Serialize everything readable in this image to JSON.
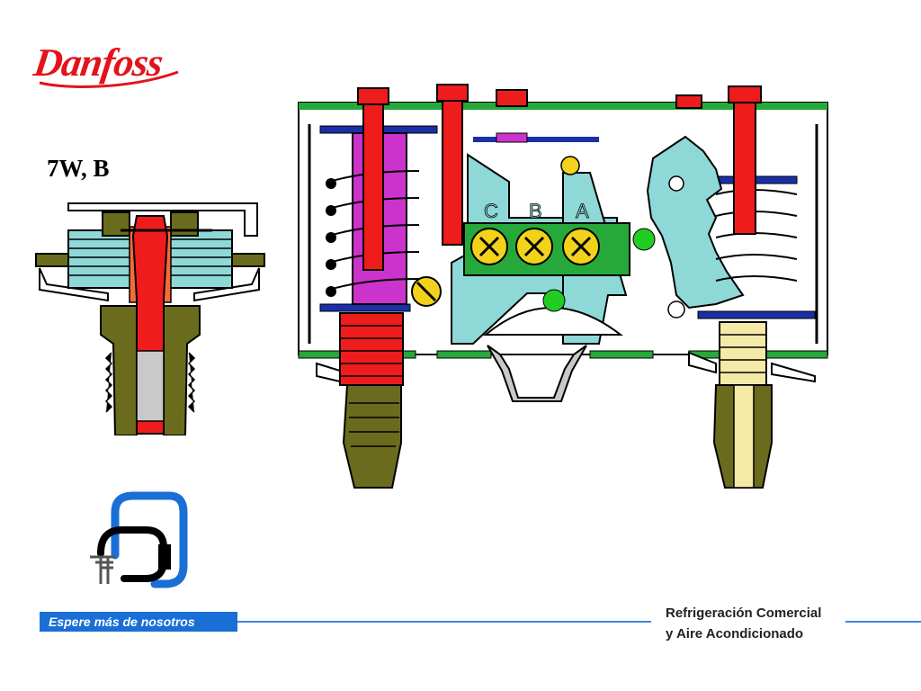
{
  "brand": {
    "name": "Danfoss",
    "color": "#e3131b"
  },
  "model_label": "7W, B",
  "terminals": [
    "C",
    "B",
    "A"
  ],
  "footer": {
    "tagline": "Espere más de nosotros",
    "company_line1": "Refrigeración Comercial",
    "company_line2": "y Aire Acondicionado",
    "accent": "#1a6fd6"
  },
  "colors": {
    "bellows_red": "#ee1c1c",
    "frame_cyan": "#8ed8d8",
    "spring_white": "#ffffff",
    "fitting_olive": "#6b6b1e",
    "fitting_cream": "#f4e9a6",
    "spindle_magenta": "#cc33cc",
    "screw_yellow": "#f2d21a",
    "plate_blue": "#1b2fa8",
    "base_green": "#27a83a",
    "signal_green": "#22cc22"
  }
}
